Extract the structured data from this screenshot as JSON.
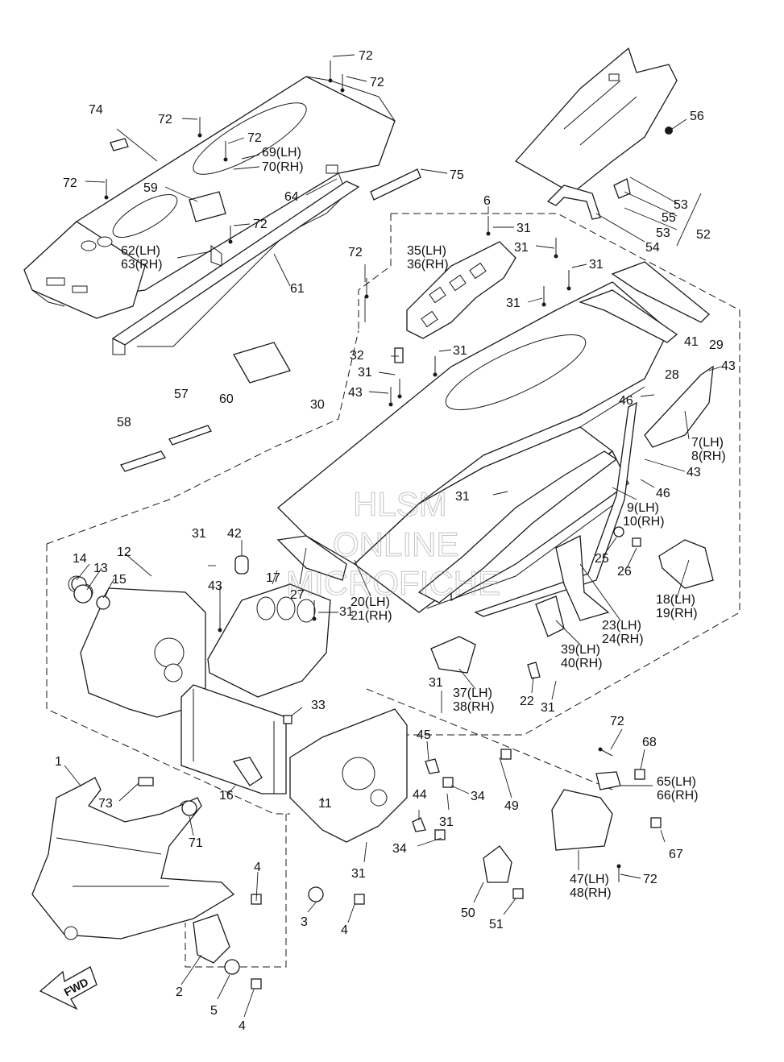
{
  "watermark": {
    "line1": "HLSM",
    "line2": "ONLINE",
    "line3": "MICROFICHE"
  },
  "direction_badge": "FWD",
  "callouts": [
    {
      "id": "c72a",
      "text": "72"
    },
    {
      "id": "c72b",
      "text": "72"
    },
    {
      "id": "c72c",
      "text": "72"
    },
    {
      "id": "c72d",
      "text": "72"
    },
    {
      "id": "c72e",
      "text": "72"
    },
    {
      "id": "c72f",
      "text": "72"
    },
    {
      "id": "c72g",
      "text": "72"
    },
    {
      "id": "c72h",
      "text": "72"
    },
    {
      "id": "c72i",
      "text": "72"
    },
    {
      "id": "c74",
      "text": "74"
    },
    {
      "id": "c69",
      "text": "69(LH)"
    },
    {
      "id": "c70",
      "text": "70(RH)"
    },
    {
      "id": "c59",
      "text": "59"
    },
    {
      "id": "c64",
      "text": "64"
    },
    {
      "id": "c75",
      "text": "75"
    },
    {
      "id": "c62",
      "text": "62(LH)"
    },
    {
      "id": "c63",
      "text": "63(RH)"
    },
    {
      "id": "c61",
      "text": "61"
    },
    {
      "id": "c56",
      "text": "56"
    },
    {
      "id": "c53a",
      "text": "53"
    },
    {
      "id": "c55",
      "text": "55"
    },
    {
      "id": "c53b",
      "text": "53"
    },
    {
      "id": "c52",
      "text": "52"
    },
    {
      "id": "c54",
      "text": "54"
    },
    {
      "id": "c6",
      "text": "6"
    },
    {
      "id": "c31a",
      "text": "31"
    },
    {
      "id": "c31b",
      "text": "31"
    },
    {
      "id": "c31c",
      "text": "31"
    },
    {
      "id": "c31d",
      "text": "31"
    },
    {
      "id": "c31e",
      "text": "31"
    },
    {
      "id": "c31f",
      "text": "31"
    },
    {
      "id": "c31g",
      "text": "31"
    },
    {
      "id": "c31h",
      "text": "31"
    },
    {
      "id": "c31i",
      "text": "31"
    },
    {
      "id": "c31j",
      "text": "31"
    },
    {
      "id": "c31k",
      "text": "31"
    },
    {
      "id": "c31l",
      "text": "31"
    },
    {
      "id": "c31m",
      "text": "31"
    },
    {
      "id": "c35",
      "text": "35(LH)"
    },
    {
      "id": "c36",
      "text": "36(RH)"
    },
    {
      "id": "c41",
      "text": "41"
    },
    {
      "id": "c29",
      "text": "29"
    },
    {
      "id": "c28",
      "text": "28"
    },
    {
      "id": "c43a",
      "text": "43"
    },
    {
      "id": "c43b",
      "text": "43"
    },
    {
      "id": "c43c",
      "text": "43"
    },
    {
      "id": "c43d",
      "text": "43"
    },
    {
      "id": "c32",
      "text": "32"
    },
    {
      "id": "c46a",
      "text": "46"
    },
    {
      "id": "c46b",
      "text": "46"
    },
    {
      "id": "c7",
      "text": "7(LH)"
    },
    {
      "id": "c8",
      "text": "8(RH)"
    },
    {
      "id": "c60",
      "text": "60"
    },
    {
      "id": "c30",
      "text": "30"
    },
    {
      "id": "c57",
      "text": "57"
    },
    {
      "id": "c58",
      "text": "58"
    },
    {
      "id": "c9",
      "text": "9(LH)"
    },
    {
      "id": "c10",
      "text": "10(RH)"
    },
    {
      "id": "c25",
      "text": "25"
    },
    {
      "id": "c26",
      "text": "26"
    },
    {
      "id": "c18",
      "text": "18(LH)"
    },
    {
      "id": "c19",
      "text": "19(RH)"
    },
    {
      "id": "c12",
      "text": "12"
    },
    {
      "id": "c14",
      "text": "14"
    },
    {
      "id": "c13",
      "text": "13"
    },
    {
      "id": "c15",
      "text": "15"
    },
    {
      "id": "c42",
      "text": "42"
    },
    {
      "id": "c17",
      "text": "17"
    },
    {
      "id": "c27",
      "text": "27"
    },
    {
      "id": "c20",
      "text": "20(LH)"
    },
    {
      "id": "c21",
      "text": "21(RH)"
    },
    {
      "id": "c23",
      "text": "23(LH)"
    },
    {
      "id": "c24",
      "text": "24(RH)"
    },
    {
      "id": "c39",
      "text": "39(LH)"
    },
    {
      "id": "c40",
      "text": "40(RH)"
    },
    {
      "id": "c37",
      "text": "37(LH)"
    },
    {
      "id": "c38",
      "text": "38(RH)"
    },
    {
      "id": "c22",
      "text": "22"
    },
    {
      "id": "c33",
      "text": "33"
    },
    {
      "id": "c45",
      "text": "45"
    },
    {
      "id": "c68",
      "text": "68"
    },
    {
      "id": "c65",
      "text": "65(LH)"
    },
    {
      "id": "c66",
      "text": "66(RH)"
    },
    {
      "id": "c1",
      "text": "1"
    },
    {
      "id": "c73",
      "text": "73"
    },
    {
      "id": "c16",
      "text": "16"
    },
    {
      "id": "c11",
      "text": "11"
    },
    {
      "id": "c34a",
      "text": "34"
    },
    {
      "id": "c44",
      "text": "44"
    },
    {
      "id": "c34b",
      "text": "34"
    },
    {
      "id": "c49",
      "text": "49"
    },
    {
      "id": "c67",
      "text": "67"
    },
    {
      "id": "c71",
      "text": "71"
    },
    {
      "id": "c4a",
      "text": "4"
    },
    {
      "id": "c3",
      "text": "3"
    },
    {
      "id": "c4b",
      "text": "4"
    },
    {
      "id": "c50",
      "text": "50"
    },
    {
      "id": "c51",
      "text": "51"
    },
    {
      "id": "c47",
      "text": "47(LH)"
    },
    {
      "id": "c48",
      "text": "48(RH)"
    },
    {
      "id": "c2",
      "text": "2"
    },
    {
      "id": "c5",
      "text": "5"
    },
    {
      "id": "c4c",
      "text": "4"
    }
  ]
}
